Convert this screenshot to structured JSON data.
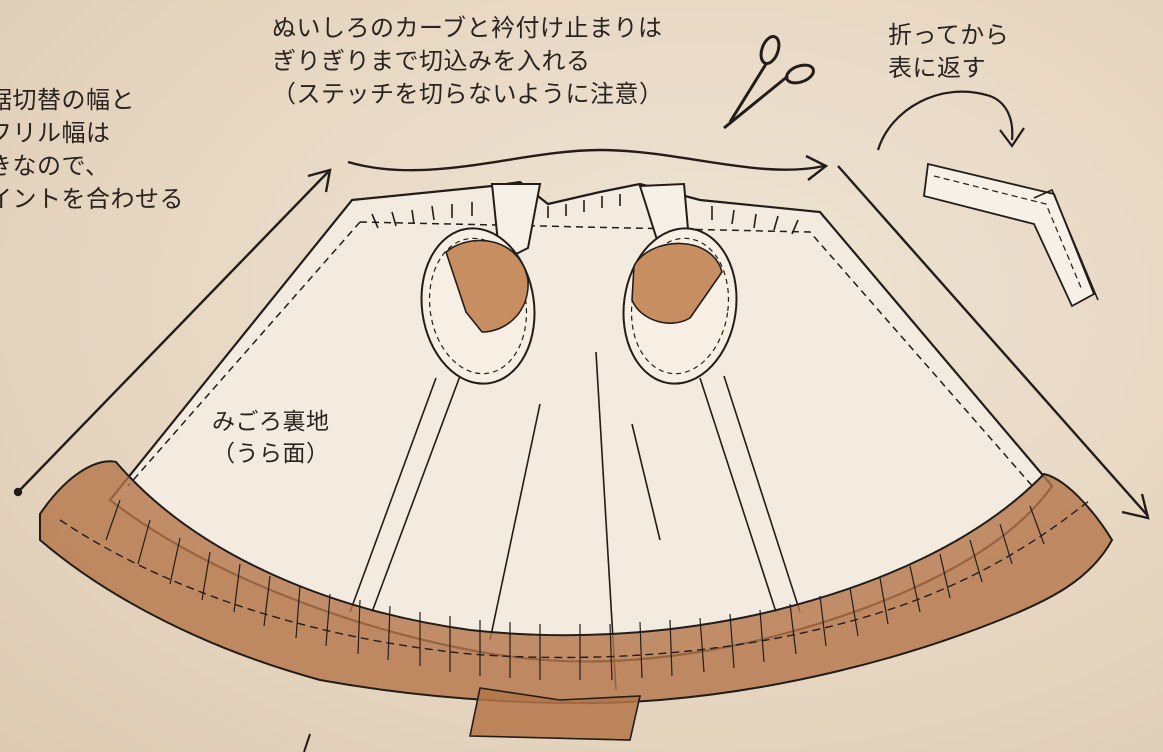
{
  "notes": {
    "top": {
      "line1": "ぬいしろのカーブと衿付け止まりは",
      "line2": "ぎりぎりまで切込みを入れる",
      "line3": "（ステッチを切らないように注意）"
    },
    "left": {
      "line1": "裾切替の幅と",
      "line2": "フリル幅は",
      "line3": "きなので、",
      "line4": "イントを合わせる"
    },
    "right": {
      "line1": "折ってから",
      "line2": "表に返す"
    }
  },
  "labels": {
    "lining": {
      "line1": "みごろ裏地",
      "line2": "（うら面）"
    }
  },
  "colors": {
    "background": "#e9dccb",
    "fabric": "#f3eadf",
    "ruffle": "#b4764a",
    "armhole": "#c78e61",
    "ink": "#231d19"
  },
  "icons": [
    "scissors-icon",
    "fold-arrow-icon"
  ]
}
